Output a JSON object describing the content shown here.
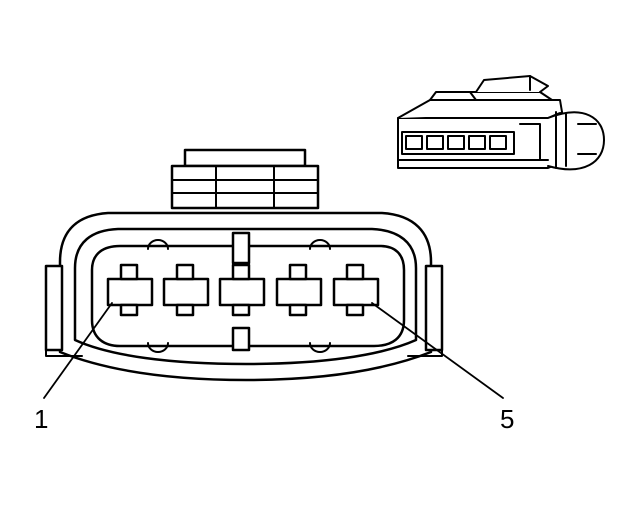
{
  "diagram": {
    "labels": {
      "first_pin": "1",
      "last_pin": "5"
    },
    "pin_count": 5,
    "colors": {
      "stroke": "#000000",
      "fill": "#ffffff"
    }
  }
}
